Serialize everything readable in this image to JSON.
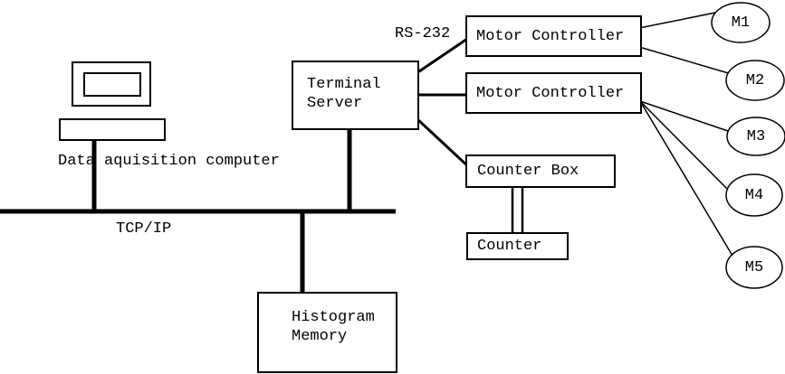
{
  "diagram": {
    "computer_caption": "Data aquisition computer",
    "bus_label": "TCP/IP",
    "serial_link_label": "RS-232",
    "nodes": {
      "terminal_server": "Terminal\nServer",
      "motor_controller_top": "Motor Controller",
      "motor_controller_bottom": "Motor Controller",
      "counter_box": "Counter Box",
      "counter": "Counter",
      "histogram_memory": "Histogram\nMemory"
    },
    "motors": [
      {
        "label": "M1"
      },
      {
        "label": "M2"
      },
      {
        "label": "M3"
      },
      {
        "label": "M4"
      },
      {
        "label": "M5"
      }
    ],
    "colors": {
      "line": "#000000",
      "background": "#ffffff",
      "text": "#000000"
    }
  }
}
